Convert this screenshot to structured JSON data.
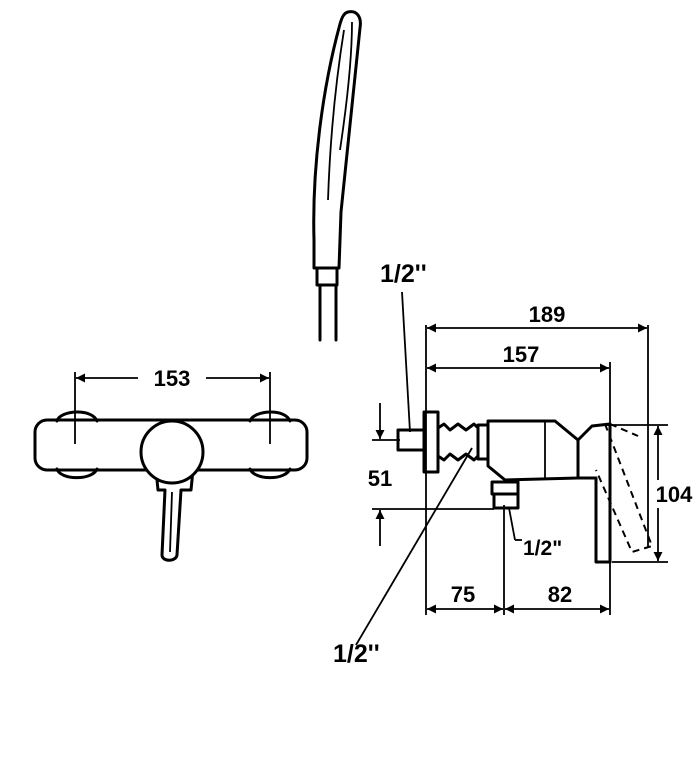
{
  "front_view": {
    "width_label": "153"
  },
  "side_view": {
    "overall_depth_label": "189",
    "body_depth_label": "157",
    "center_height_label": "51",
    "overall_height_label": "104",
    "wall_to_outlet_label": "75",
    "outlet_to_front_label": "82"
  },
  "threads": {
    "inlet_label": "1/2''",
    "connection_label": "1/2''",
    "outlet_label": "1/2\""
  }
}
